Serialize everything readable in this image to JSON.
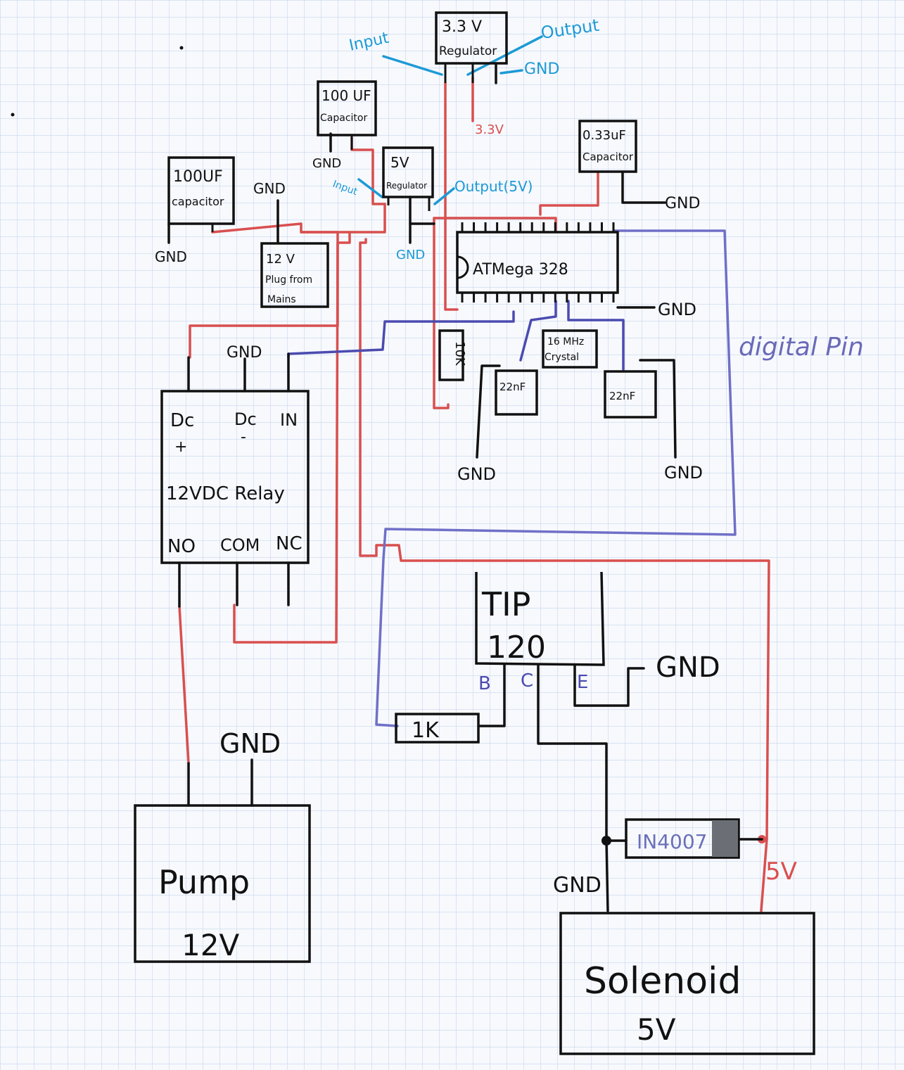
{
  "colors": {
    "power": "#d94f4f",
    "signal": "#4b4bb0",
    "digital_pin_wire": "#7070c8",
    "ground": "#111111",
    "annotation_blue": "#1c9ad6",
    "grid": "#c9d6ea",
    "paper": "#f7f9fd"
  },
  "labels": {
    "reg33_line1": "3.3 V",
    "reg33_line2": "Regulator",
    "reg33_input": "Input",
    "reg33_output": "Output",
    "reg33_gnd": "GND",
    "reg33_out_voltage": "3.3V",
    "cap_top_line1": "100 UF",
    "cap_top_line2": "Capacitor",
    "cap_top_gnd": "GND",
    "reg5_line1": "5V",
    "reg5_line2": "Regulator",
    "reg5_input": "Input",
    "reg5_output": "Output(5V)",
    "reg5_gnd": "GND",
    "cap_left_line1": "100UF",
    "cap_left_line2": "capacitor",
    "cap_left_gnd": "GND",
    "plug_gnd": "GND",
    "plug_line1": "12 V",
    "plug_line2": "Plug from",
    "plug_line3": "Mains",
    "cap033_line1": "0.33uF",
    "cap033_line2": "Capacitor",
    "cap033_gnd": "GND",
    "mcu": "ATMega 328",
    "mcu_gnd": "GND",
    "digital_pin": "digital Pin",
    "resistor_10k": "10K",
    "crystal_line1": "16 MHz",
    "crystal_line2": "Crystal",
    "cap22_left": "22nF",
    "cap22_right": "22nF",
    "cap22_left_gnd": "GND",
    "cap22_right_gnd": "GND",
    "relay_gnd": "GND",
    "relay_dc_plus": "Dc",
    "relay_plus_sign": "+",
    "relay_dc_minus": "Dc",
    "relay_minus_sign": "-",
    "relay_in": "IN",
    "relay_name": "12VDC Relay",
    "relay_no": "NO",
    "relay_com": "COM",
    "relay_nc": "NC",
    "tip_line1": "TIP",
    "tip_line2": "120",
    "tip_b": "B",
    "tip_c": "C",
    "tip_e": "E",
    "tip_gnd": "GND",
    "resistor_1k": "1K",
    "pump_gnd": "GND",
    "pump_line1": "Pump",
    "pump_line2": "12V",
    "diode": "IN4007",
    "solenoid_gnd": "GND",
    "solenoid_5v": "5V",
    "solenoid_line1": "Solenoid",
    "solenoid_line2": "5V"
  }
}
